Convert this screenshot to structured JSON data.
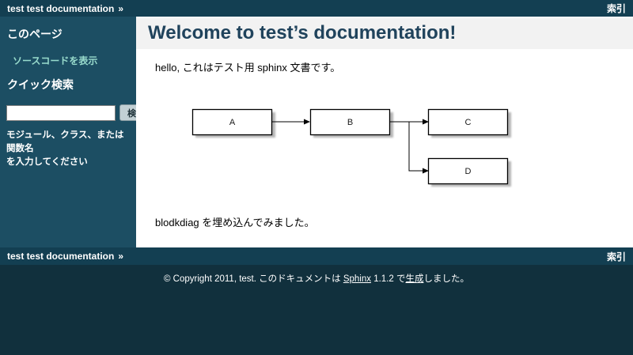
{
  "colors": {
    "sidebar_bg": "#1c4e63",
    "relbar_bg": "#133f52",
    "footer_bg": "#11303d",
    "heading_bg": "#f2f2f2",
    "heading_text": "#20435c",
    "sidebar_link": "#98dbcc",
    "content_bg": "#ffffff"
  },
  "relbar_top": {
    "nav_title": "test test documentation",
    "separator": "»",
    "index_link": "索引"
  },
  "relbar_bottom": {
    "nav_title": "test test documentation",
    "separator": "»",
    "index_link": "索引"
  },
  "sidebar": {
    "this_page_title": "このページ",
    "show_source_link": "ソースコードを表示",
    "quick_search_title": "クイック検索",
    "search_input_value": "",
    "search_button_label": "検索",
    "search_caption_line1": "モジュール、クラス、または関数名",
    "search_caption_line2": "を入力してください"
  },
  "content": {
    "page_title": "Welcome to test’s documentation!",
    "intro_text": "hello, これはテスト用 sphinx 文書です。",
    "outro_text": "blodkdiag を埋め込んでみました。"
  },
  "diagram": {
    "type": "blockdiag",
    "nodes": [
      {
        "label": "A"
      },
      {
        "label": "B"
      },
      {
        "label": "C"
      },
      {
        "label": "D"
      }
    ],
    "edges": [
      "A -> B",
      "B -> C",
      "B -> D"
    ]
  },
  "footer": {
    "copyright_prefix": "© Copyright 2011, test. このドキュメントは ",
    "sphinx_link_label": "Sphinx",
    "version_text": " 1.1.2 で",
    "generated_link_label": "生成",
    "suffix_text": "しました。"
  }
}
